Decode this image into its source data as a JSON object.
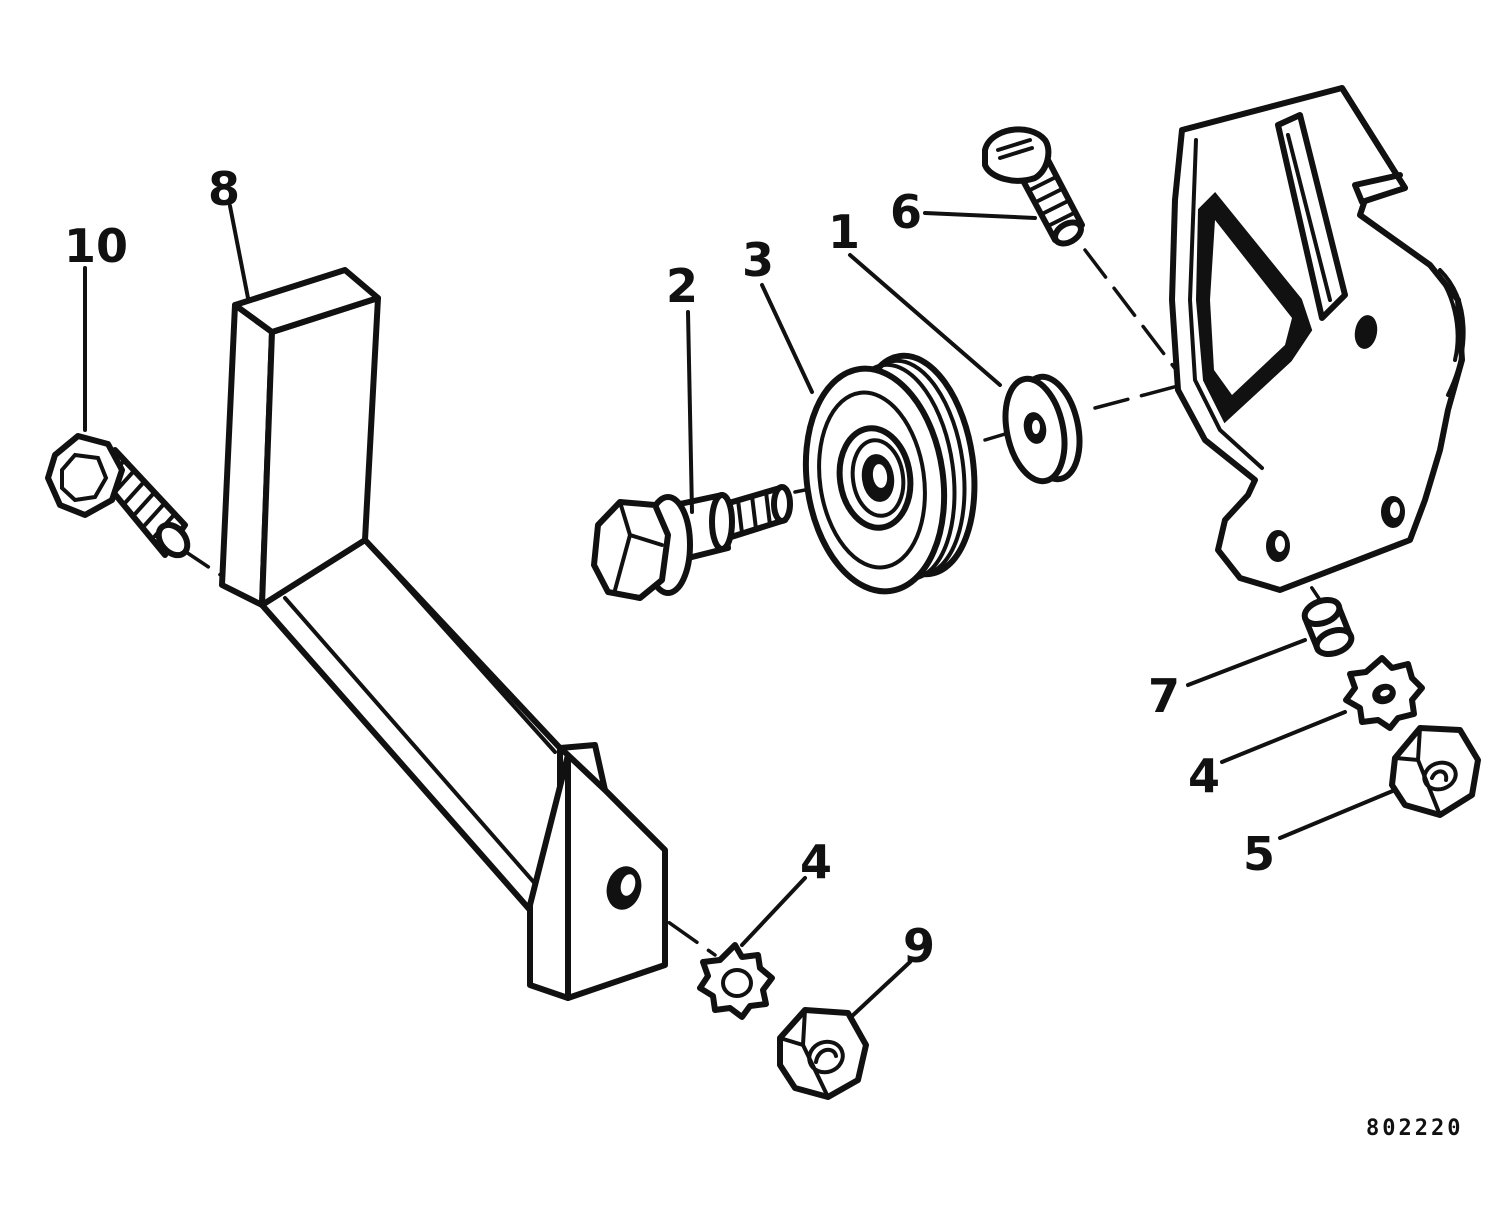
{
  "diagram": {
    "figure_number": "802220",
    "callouts": [
      {
        "id": "c1",
        "label": "1"
      },
      {
        "id": "c2",
        "label": "2"
      },
      {
        "id": "c3",
        "label": "3"
      },
      {
        "id": "c4a",
        "label": "4"
      },
      {
        "id": "c4b",
        "label": "4"
      },
      {
        "id": "c5",
        "label": "5"
      },
      {
        "id": "c6",
        "label": "6"
      },
      {
        "id": "c7",
        "label": "7"
      },
      {
        "id": "c8",
        "label": "8"
      },
      {
        "id": "c9",
        "label": "9"
      },
      {
        "id": "c10",
        "label": "10"
      }
    ]
  }
}
